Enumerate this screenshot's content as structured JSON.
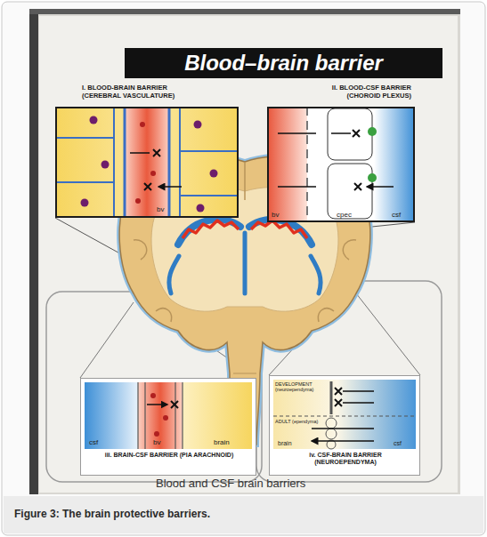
{
  "diagram": {
    "title": "Blood–brain barrier",
    "caption": "Figure 3: The brain protective barriers.",
    "nodes": [
      {
        "text": [
          "I. BLOOD-BRAIN BARRIER (CEREBRAL VASCULATURE)"
        ]
      },
      {
        "text": [
          "II. BLOOD-CSF BARRIER (CHOROID PLEXUS)"
        ]
      },
      {
        "text": [
          "iii. BRAIN-CSF BARRIER (PIA ARACHNOID)"
        ]
      },
      {
        "text": [
          "iv. CSF-BRAIN BARRIER (NEUROEPENDYMA)"
        ]
      }
    ],
    "labels": [
      "bv",
      "bv",
      "cpec",
      "csf",
      "csf",
      "bv",
      "brain",
      "DEVELOPMENT (neuroependyma)",
      "ADULT (ependyma)",
      "brain",
      "csf",
      "Blood and CSF brain barriers"
    ]
  }
}
